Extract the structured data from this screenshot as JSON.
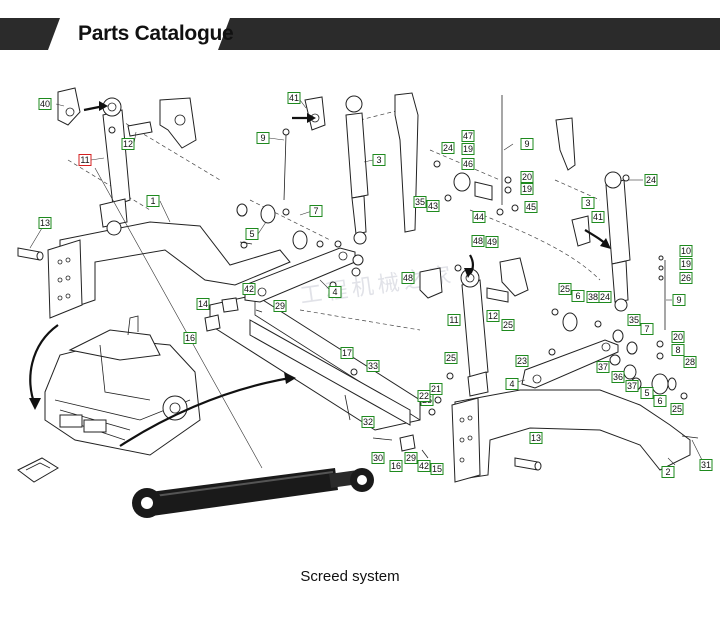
{
  "header": {
    "title": "Parts Catalogue"
  },
  "caption": "Screed system",
  "watermark": "工程机械之家",
  "colors": {
    "header_bar": "#2b2b2b",
    "callout_border": "#1e8a1e",
    "callout_highlight": "#d42020"
  },
  "callouts": [
    {
      "label": "40"
    },
    {
      "label": "11"
    },
    {
      "label": "12"
    },
    {
      "label": "1"
    },
    {
      "label": "13"
    },
    {
      "label": "41"
    },
    {
      "label": "9"
    },
    {
      "label": "3"
    },
    {
      "label": "7"
    },
    {
      "label": "5"
    },
    {
      "label": "4"
    },
    {
      "label": "14"
    },
    {
      "label": "16"
    },
    {
      "label": "42"
    },
    {
      "label": "29"
    },
    {
      "label": "24"
    },
    {
      "label": "47"
    },
    {
      "label": "19"
    },
    {
      "label": "46"
    },
    {
      "label": "35"
    },
    {
      "label": "43"
    },
    {
      "label": "44"
    },
    {
      "label": "48"
    },
    {
      "label": "49"
    },
    {
      "label": "45"
    },
    {
      "label": "20"
    },
    {
      "label": "19"
    },
    {
      "label": "9"
    },
    {
      "label": "24"
    },
    {
      "label": "3"
    },
    {
      "label": "41"
    },
    {
      "label": "10"
    },
    {
      "label": "19"
    },
    {
      "label": "26"
    },
    {
      "label": "9"
    },
    {
      "label": "48"
    },
    {
      "label": "25"
    },
    {
      "label": "11"
    },
    {
      "label": "12"
    },
    {
      "label": "25"
    },
    {
      "label": "25"
    },
    {
      "label": "6"
    },
    {
      "label": "38"
    },
    {
      "label": "24"
    },
    {
      "label": "35"
    },
    {
      "label": "7"
    },
    {
      "label": "20"
    },
    {
      "label": "8"
    },
    {
      "label": "28"
    },
    {
      "label": "23"
    },
    {
      "label": "37"
    },
    {
      "label": "36"
    },
    {
      "label": "37"
    },
    {
      "label": "5"
    },
    {
      "label": "6"
    },
    {
      "label": "25"
    },
    {
      "label": "4"
    },
    {
      "label": "17"
    },
    {
      "label": "33"
    },
    {
      "label": "25"
    },
    {
      "label": "21"
    },
    {
      "label": "22"
    },
    {
      "label": "32"
    },
    {
      "label": "30"
    },
    {
      "label": "16"
    },
    {
      "label": "29"
    },
    {
      "label": "42"
    },
    {
      "label": "15"
    },
    {
      "label": "13"
    },
    {
      "label": "2"
    },
    {
      "label": "31"
    }
  ]
}
